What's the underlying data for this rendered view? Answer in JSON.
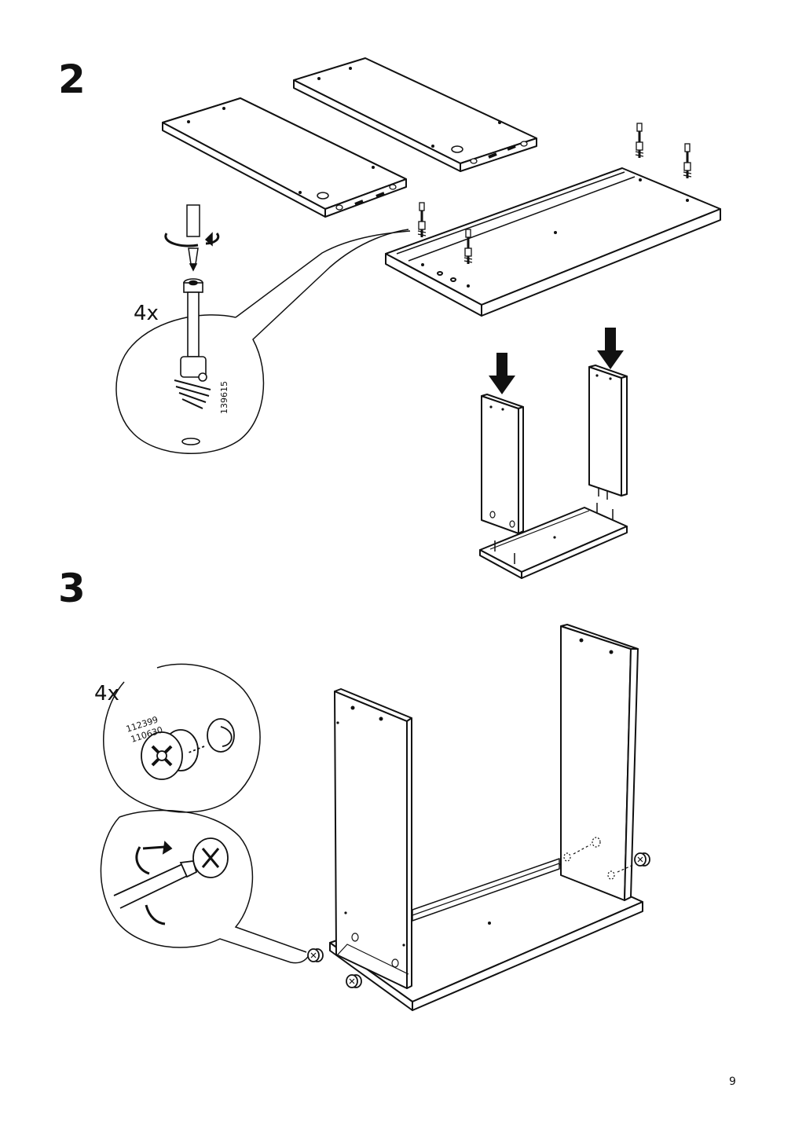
{
  "page": {
    "number": "9"
  },
  "steps": [
    {
      "number": "2",
      "quantity": "4x",
      "part_id": "139615"
    },
    {
      "number": "3",
      "quantity": "4x",
      "part_ids": [
        "112399",
        "110630"
      ]
    }
  ]
}
